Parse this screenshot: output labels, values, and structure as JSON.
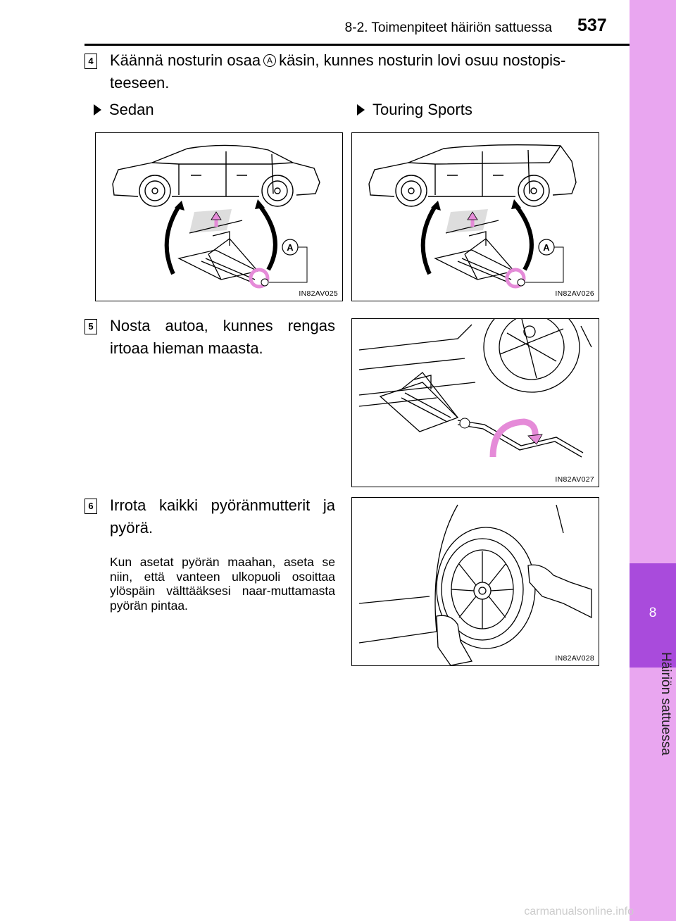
{
  "header": {
    "section": "8-2. Toimenpiteet häiriön sattuessa",
    "page": "537"
  },
  "sidebar": {
    "chapter_num": "8",
    "chapter_title": "Häiriön sattuessa"
  },
  "step4": {
    "num": "4",
    "text_before": "Käännä nosturin osaa",
    "marker": "A",
    "text_after": "käsin, kunnes nosturin lovi osuu nostopis-",
    "text_line2": "teeseen.",
    "variant_left": "Sedan",
    "variant_right": "Touring Sports",
    "fig_left": {
      "code": "IN82AV025",
      "callout": "A"
    },
    "fig_right": {
      "code": "IN82AV026",
      "callout": "A"
    }
  },
  "step5": {
    "num": "5",
    "text": "Nosta autoa, kunnes rengas irtoaa hieman maasta.",
    "fig": {
      "code": "IN82AV027"
    }
  },
  "step6": {
    "num": "6",
    "text": "Irrota kaikki pyöränmutterit ja pyörä.",
    "note": "Kun asetat pyörän maahan, aseta se niin, että vanteen ulkopuoli osoittaa ylöspäin välttääksesi naar-muttamasta pyörän pintaa.",
    "fig": {
      "code": "IN82AV028"
    }
  },
  "footer": {
    "watermark": "carmanualsonline.info"
  },
  "colors": {
    "sidebar_light": "#e9a6f0",
    "sidebar_dark": "#a94bdc",
    "arrow_pink": "#e58bd8"
  }
}
